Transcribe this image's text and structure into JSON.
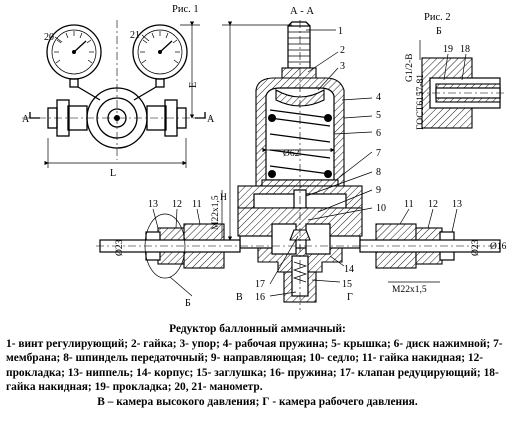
{
  "figures": {
    "fig1_label": "Рис. 1",
    "fig2_label": "Рис. 2",
    "section_label": "А - А",
    "fig2_view_label": "Б"
  },
  "markers": {
    "section_a": "А",
    "view_b": "Б",
    "chamber_v": "В",
    "chamber_g": "Г"
  },
  "dimensions": {
    "width_L": "L",
    "height_H": "Н",
    "height_E": "Е",
    "diam_62": "Ø62",
    "diam_23_left": "Ø23",
    "diam_23_right": "Ø23",
    "diam_16": "Ø16",
    "thread_m22_upper": "M22x1,5",
    "thread_m22_lower": "M22x1,5",
    "thread_g12_b": "G1/2-B",
    "gost": "ГОСТ6157-81"
  },
  "callouts": {
    "c1": "1",
    "c2": "2",
    "c3": "3",
    "c4": "4",
    "c5": "5",
    "c6": "6",
    "c7": "7",
    "c8": "8",
    "c9": "9",
    "c10": "10",
    "c11_left": "11",
    "c12_left": "12",
    "c13_left": "13",
    "c11_right": "11",
    "c12_right": "12",
    "c13_right": "13",
    "c14": "14",
    "c15": "15",
    "c16": "16",
    "c17": "17",
    "c18": "18",
    "c19": "19",
    "c20": "20",
    "c21": "21"
  },
  "caption": {
    "title": "Редуктор баллонный аммиачный:",
    "legend": "1- винт регулирующий; 2- гайка; 3- упор; 4- рабочая пружина; 5- крышка; 6- диск нажимной; 7- мембрана; 8- шпиндель передаточный; 9- направляющая; 10- седло; 11- гайка накидная; 12- прокладка; 13- ниппель; 14- корпус; 15- заглушка; 16- пружина; 17- клапан редуцирующий; 18- гайка накидная; 19- прокладка; 20, 21- манометр.",
    "footer": "В – камера высокого давления;   Г - камера рабочего давления."
  }
}
